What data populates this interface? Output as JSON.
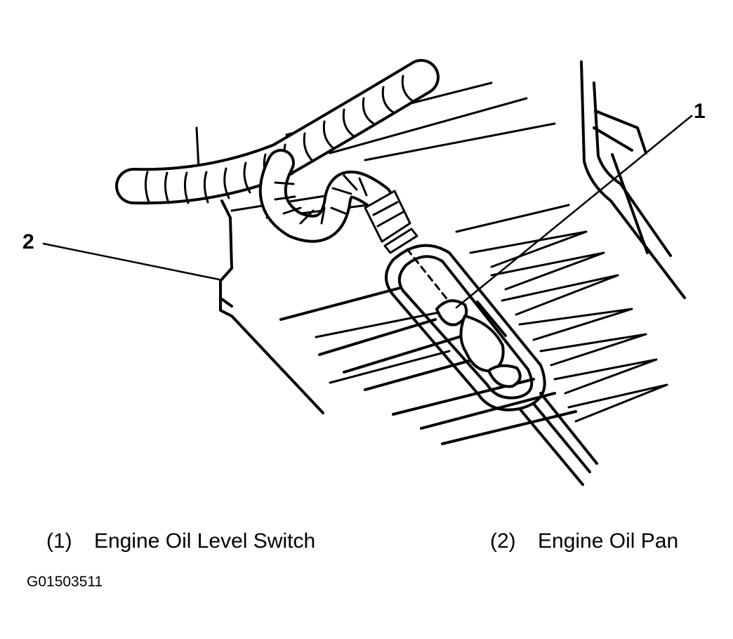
{
  "callouts": [
    {
      "number": "1"
    },
    {
      "number": "2"
    }
  ],
  "legend": [
    {
      "number": "(1)",
      "label": "Engine Oil Level Switch"
    },
    {
      "number": "(2)",
      "label": "Engine Oil Pan"
    }
  ],
  "figure_id": "G01503511"
}
